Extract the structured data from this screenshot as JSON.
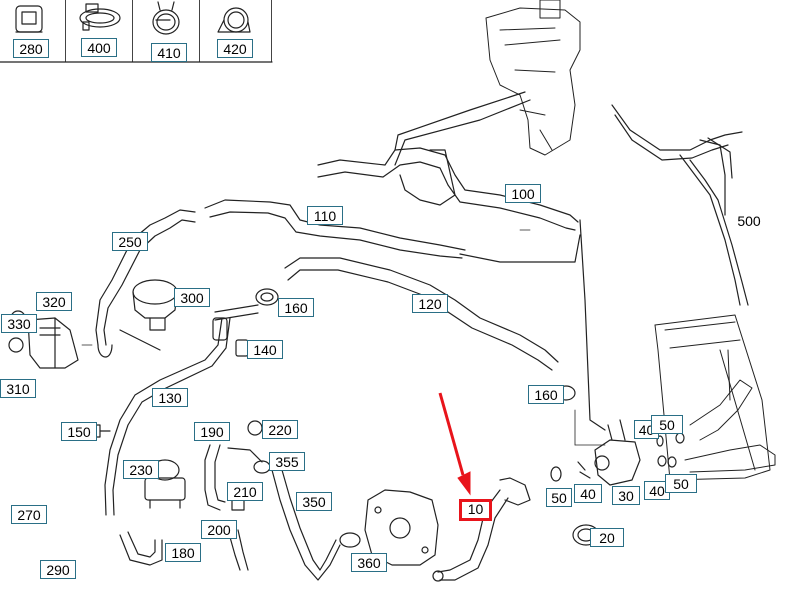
{
  "diagram": {
    "accent_color": "#e8141b",
    "label_border_color": "#2a6f86",
    "legend": [
      {
        "id": "280",
        "icon": "hose-clamp-block-icon"
      },
      {
        "id": "400",
        "icon": "worm-gear-clamp-icon"
      },
      {
        "id": "410",
        "icon": "spring-clamp-icon"
      },
      {
        "id": "420",
        "icon": "p-clamp-icon"
      }
    ],
    "labels": {
      "l100": "100",
      "l110": "110",
      "l120": "120",
      "l130": "130",
      "l140": "140",
      "l150": "150",
      "l160a": "160",
      "l160b": "160",
      "l180": "180",
      "l190": "190",
      "l200": "200",
      "l210": "210",
      "l220": "220",
      "l230": "230",
      "l250": "250",
      "l270": "270",
      "l290": "290",
      "l300": "300",
      "l310": "310",
      "l320": "320",
      "l330": "330",
      "l350": "350",
      "l355": "355",
      "l360": "360",
      "l500": "500",
      "l10": "10",
      "l20": "20",
      "l30": "30",
      "l40a": "40",
      "l40b": "40",
      "l40c": "40",
      "l50a": "50",
      "l50b": "50",
      "l50c": "50"
    }
  }
}
